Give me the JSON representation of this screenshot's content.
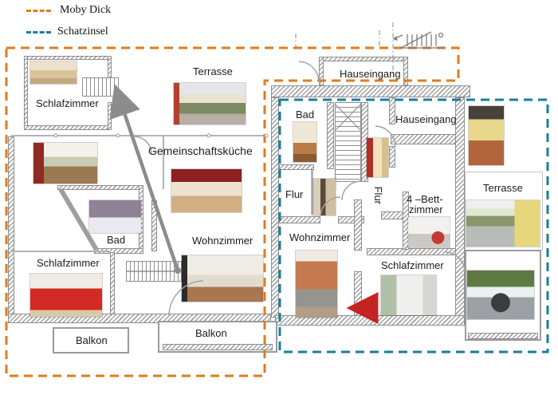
{
  "legend": {
    "items": [
      {
        "label": "Moby Dick",
        "color": "#dd7d1f",
        "line_style": "dashed"
      },
      {
        "label": "Schatzinsel",
        "color": "#1b7c9f",
        "line_style": "dashed"
      }
    ]
  },
  "labels": {
    "schlafzimmer_tl": "Schlafzimmer",
    "terrasse_left": "Terrasse",
    "hauseingang_top": "Hauseingang",
    "bad_right": "Bad",
    "hauseingang_right": "Hauseingang",
    "gemeinschaftskueche": "Gemeinschaftsküche",
    "flur_horizontal": "Flur",
    "flur_vertical": "Flur",
    "bettzimmer_line1": "4 –Bett-",
    "bettzimmer_line2": "zimmer",
    "terrasse_right": "Terrasse",
    "bad_left": "Bad",
    "wohnzimmer_left": "Wohnzimmer",
    "schlafzimmer_bl": "Schlafzimmer",
    "wohnzimmer_right": "Wohnzimmer",
    "schlafzimmer_right": "Schlafzimmer",
    "balkon_left": "Balkon",
    "balkon_mid": "Balkon"
  },
  "colors": {
    "moby_dick_outline": "#dd7d1f",
    "schatzinsel_outline": "#1b7c9f",
    "red_arrow": "#c42421",
    "gray_arrow": "#8c8c8c",
    "wall_gray": "#9a9a9a"
  }
}
